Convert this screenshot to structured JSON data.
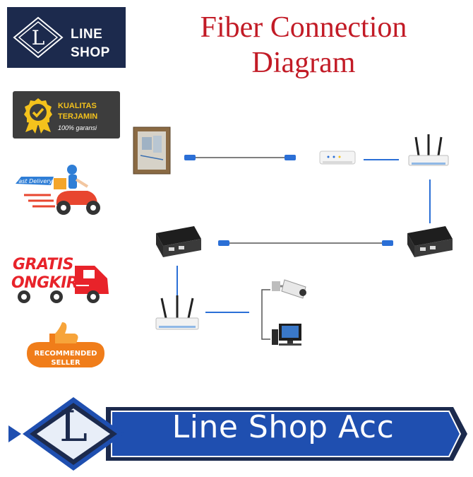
{
  "logo": {
    "line1": "LINE",
    "line2": "SHOP",
    "mark": "L"
  },
  "title": {
    "line1": "Fiber Connection",
    "line2": "Diagram"
  },
  "badges": {
    "quality": {
      "line1": "KUALITAS",
      "line2": "TERJAMIN",
      "line3": "100% garansi"
    },
    "delivery": {
      "label": "Fast Delivery"
    },
    "free_shipping": {
      "line1": "GRATIS",
      "line2": "ONGKIR"
    },
    "recommended": {
      "line1": "RECOMMENDED",
      "line2": "SELLER"
    }
  },
  "banner": {
    "mark": "L",
    "text": "Line Shop Acc"
  },
  "colors": {
    "navy": "#1c2a4d",
    "blue": "#1f4fb0",
    "red": "#c21b26",
    "cable": "#2b6fd6",
    "gold": "#f4c21c",
    "orange": "#f07d1a"
  },
  "icons": [
    "distribution-box-icon",
    "modem-icon",
    "wireless-router-icon",
    "media-converter-icon",
    "cctv-camera-icon",
    "desktop-computer-icon",
    "verified-medal-icon",
    "delivery-scooter-icon",
    "delivery-truck-icon",
    "thumbs-up-icon"
  ]
}
